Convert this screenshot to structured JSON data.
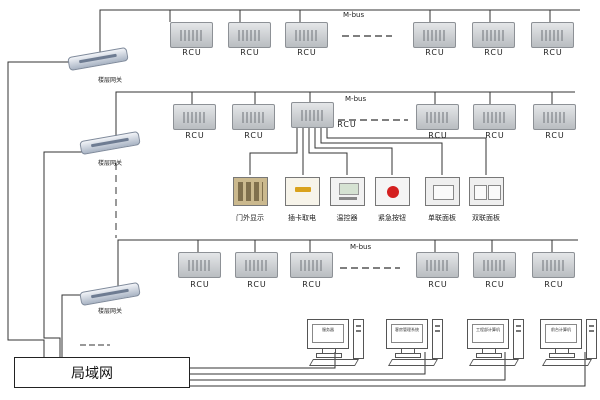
{
  "bus_label": "M-bus",
  "rcu_label": "RCU",
  "gateway_label": "楼层网关",
  "lan_label": "局域网",
  "devices": [
    {
      "label": "门外显示",
      "icon": "door-display-icon"
    },
    {
      "label": "插卡取电",
      "icon": "card-power-switch-icon"
    },
    {
      "label": "温控器",
      "icon": "thermostat-icon"
    },
    {
      "label": "紧急按钮",
      "icon": "emergency-button-icon"
    },
    {
      "label": "单联面板",
      "icon": "single-switch-panel-icon"
    },
    {
      "label": "双联面板",
      "icon": "double-switch-panel-icon"
    }
  ],
  "computers": [
    {
      "screen": "服务器"
    },
    {
      "screen": "客房管理系统"
    },
    {
      "screen": "工程部计算机"
    },
    {
      "screen": "前台计算机"
    }
  ],
  "colors": {
    "line": "#333333",
    "gateway": "#a9b4c4",
    "emergency": "#d42020"
  }
}
